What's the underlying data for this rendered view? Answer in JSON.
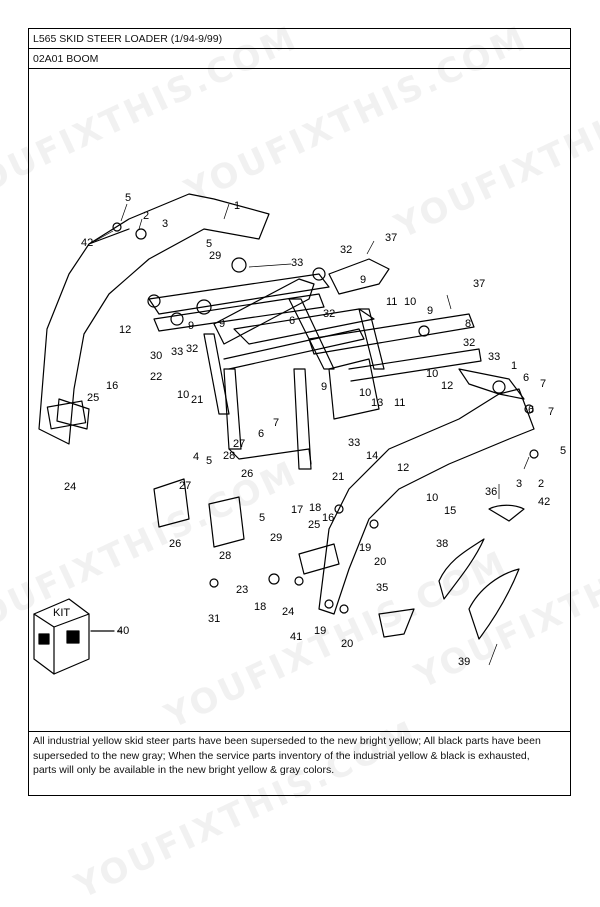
{
  "header": {
    "title": "L565 SKID STEER LOADER (1/94-9/99)",
    "section": "02A01 BOOM"
  },
  "watermark": "YOUFIXTHIS.COM",
  "kit_label": "KIT",
  "callouts": [
    "1",
    "2",
    "3",
    "4",
    "5",
    "6",
    "7",
    "8",
    "9",
    "10",
    "11",
    "12",
    "13",
    "14",
    "15",
    "16",
    "17",
    "18",
    "19",
    "20",
    "21",
    "22",
    "23",
    "24",
    "25",
    "26",
    "27",
    "28",
    "29",
    "30",
    "31",
    "32",
    "33",
    "35",
    "36",
    "37",
    "38",
    "39",
    "40",
    "41",
    "42"
  ],
  "footer_note": "All industrial yellow skid steer parts have been superseded to the new bright yellow; All black parts have been\n superseded to the new gray; When the service parts inventory of the industrial yellow & black is exhausted,\n parts will only be available in the new bright yellow & gray colors.",
  "colors": {
    "line": "#000000",
    "watermark": "#d9d9d9"
  }
}
